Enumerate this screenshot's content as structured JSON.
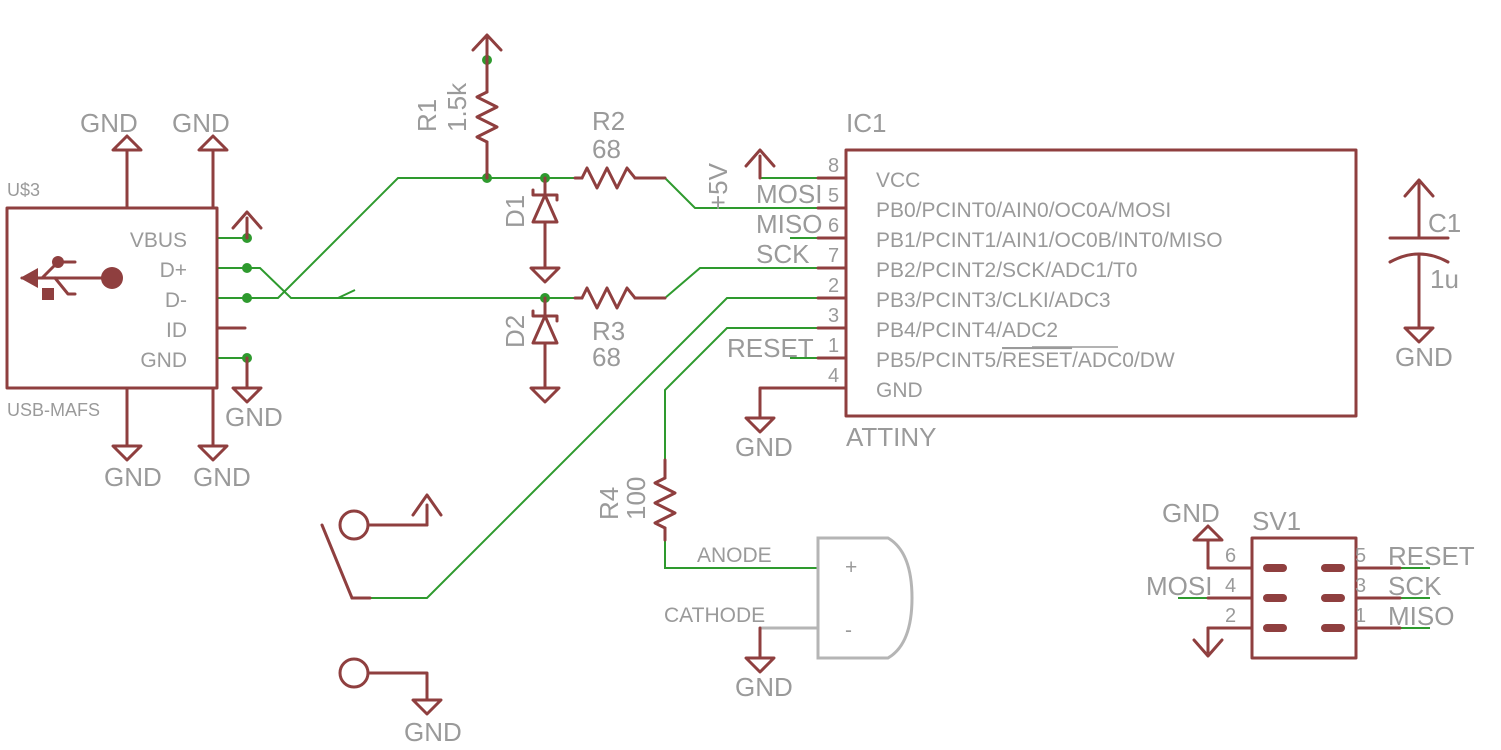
{
  "components": {
    "usb": {
      "name": "U$3",
      "value": "USB-MAFS",
      "pins": [
        "VBUS",
        "D+",
        "D-",
        "ID",
        "GND"
      ]
    },
    "r1": {
      "name": "R1",
      "value": "1.5k"
    },
    "r2": {
      "name": "R2",
      "value": "68"
    },
    "r3": {
      "name": "R3",
      "value": "68"
    },
    "r4": {
      "name": "R4",
      "value": "100"
    },
    "d1": {
      "name": "D1"
    },
    "d2": {
      "name": "D2"
    },
    "ic1": {
      "name": "IC1",
      "value": "ATTINY",
      "pin_names": [
        "VCC",
        "PB0/PCINT0/AIN0/OC0A/MOSI",
        "PB1/PCINT1/AIN1/OC0B/INT0/MISO",
        "PB2/PCINT2/SCK/ADC1/T0",
        "PB3/PCINT3/CLKI/ADC3",
        "PB4/PCINT4/ADC2",
        "PB5/PCINT5/",
        "RESET",
        "/ADC0/DW",
        "GND"
      ],
      "pin_numbers": [
        "8",
        "5",
        "6",
        "7",
        "2",
        "3",
        "1",
        "4"
      ]
    },
    "c1": {
      "name": "C1",
      "value": "1u"
    },
    "sv1": {
      "name": "SV1",
      "pin_numbers": [
        "6",
        "5",
        "4",
        "3",
        "2",
        "1"
      ]
    },
    "buzzer": {
      "anode": "ANODE",
      "cathode": "CATHODE",
      "plus": "+",
      "minus": "-"
    }
  },
  "labels": {
    "gnd": "GND",
    "plus5v": "+5V",
    "mosi": "MOSI",
    "miso": "MISO",
    "sck": "SCK",
    "reset": "RESET"
  }
}
